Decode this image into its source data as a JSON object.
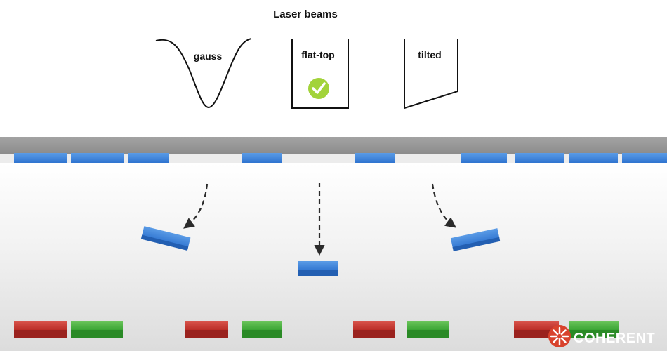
{
  "title": "Laser beams",
  "beams": [
    {
      "label": "gauss",
      "profile": "gaussian",
      "selected": false
    },
    {
      "label": "flat-top",
      "profile": "flat-top",
      "selected": true
    },
    {
      "label": "tilted",
      "profile": "tilted",
      "selected": false
    }
  ],
  "brand": {
    "name": "COHERENT",
    "logo_icon": "starburst-logo-icon"
  },
  "colors": {
    "chip": "#2f74d0",
    "chip_red": "#c0302a",
    "chip_green": "#3aaa35",
    "check": "#a2d33a",
    "carrier": "#9a9a9a"
  }
}
